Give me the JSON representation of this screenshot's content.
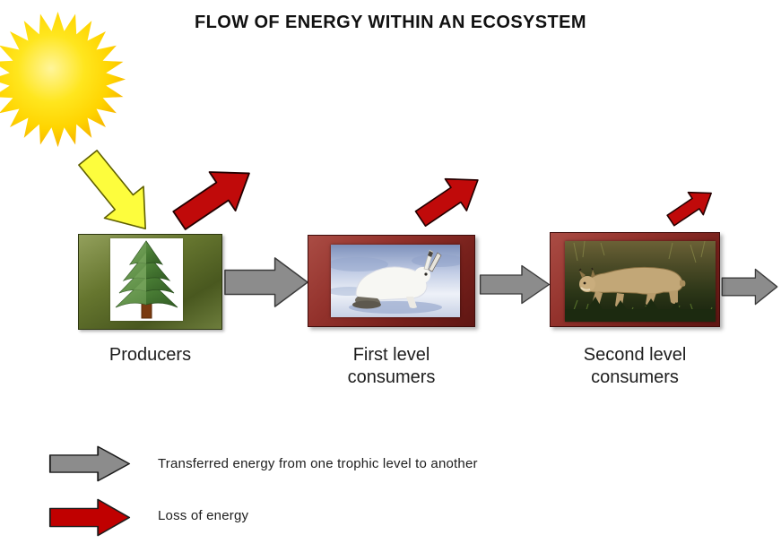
{
  "title": "FLOW OF ENERGY WITHIN AN ECOSYSTEM",
  "stages": [
    {
      "name": "producers",
      "label_lines": [
        "Producers"
      ],
      "image": "pine-tree-illustration"
    },
    {
      "name": "first-level-consumers",
      "label_lines": [
        "First level",
        "consumers"
      ],
      "image": "snowshoe-hare-photo"
    },
    {
      "name": "second-level-consumers",
      "label_lines": [
        "Second level",
        "consumers"
      ],
      "image": "lynx-photo"
    }
  ],
  "legend": {
    "items": [
      {
        "name": "transferred-energy",
        "label": "Transferred energy from one trophic level to another",
        "color": "#8c8c8c"
      },
      {
        "name": "loss-of-energy",
        "label": "Loss of energy",
        "color": "#c00000"
      }
    ]
  },
  "icons": {
    "sun": "sun-icon",
    "sunlight_arrow": "sunlight-arrow",
    "transfer_arrows": [
      "transfer-arrow-producers-to-first",
      "transfer-arrow-first-to-second",
      "transfer-arrow-out"
    ],
    "loss_arrows": [
      "loss-arrow-producers",
      "loss-arrow-first-level",
      "loss-arrow-second-level"
    ]
  },
  "colors": {
    "sun_yellow": "#ffe000",
    "sunlight_arrow_yellow": "#fdfd3d",
    "loss_arrow_red": "#c00000",
    "transfer_arrow_gray": "#8c8c8c",
    "producer_frame_green": "#5d6d2e",
    "consumer_frame_maroon": "#8e2b2b",
    "title_text": "#111111"
  }
}
